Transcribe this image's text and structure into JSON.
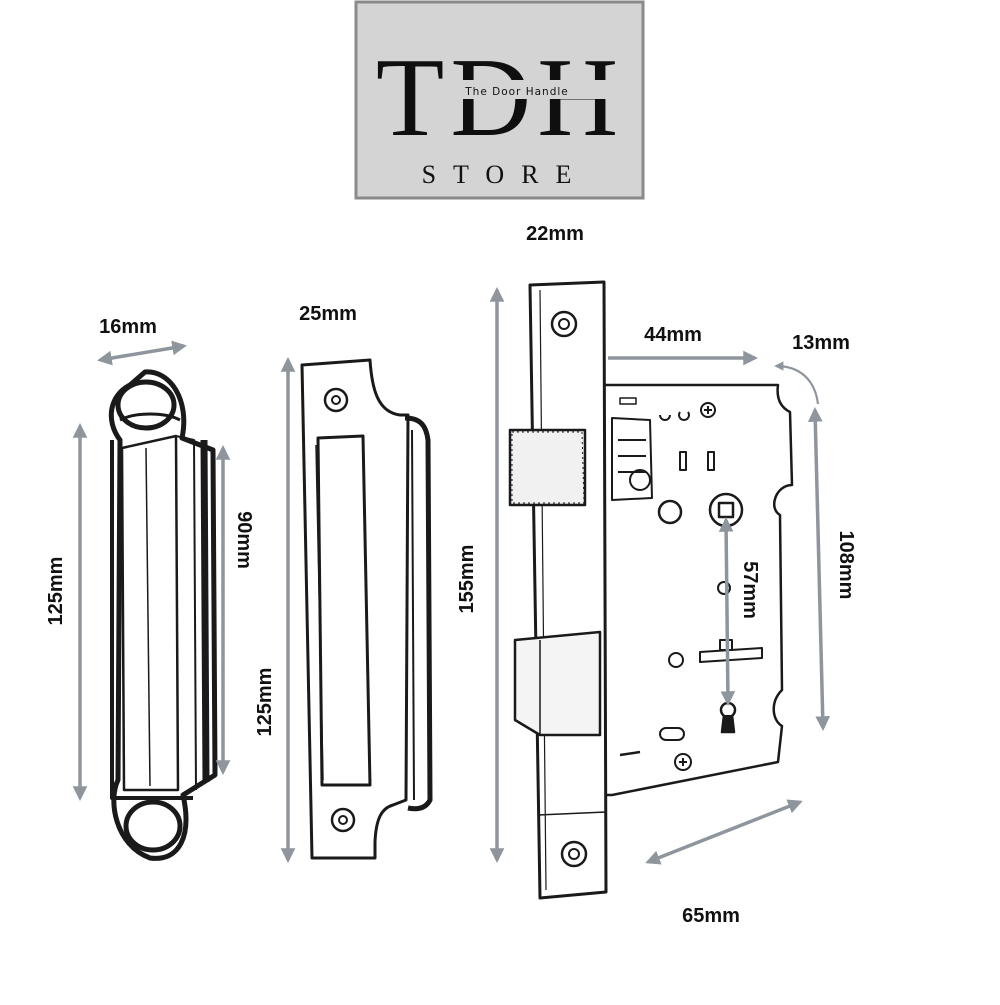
{
  "logo": {
    "main": "TDH",
    "tagline": "The Door Handle",
    "store": "STORE",
    "bg_color": "#d4d4d4",
    "border_color": "#8a8a8a"
  },
  "colors": {
    "dimension_line": "#8f959c",
    "outline": "#1a1a1a"
  },
  "dimensions": {
    "strike_width": "16mm",
    "strike_height": "125mm",
    "strike_inner": "90mm",
    "keep_width": "25mm",
    "keep_height": "125mm",
    "forend_width": "22mm",
    "forend_height": "155mm",
    "backset": "44mm",
    "corner": "13mm",
    "case_height": "108mm",
    "centres": "57mm",
    "case_depth": "65mm"
  }
}
